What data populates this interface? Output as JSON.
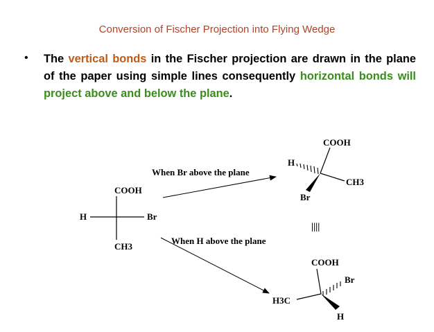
{
  "slide": {
    "title": "Conversion of Fischer Projection into Flying Wedge",
    "bullet": {
      "part1": "The ",
      "highlight1": "vertical bonds",
      "part2": " in the Fischer projection are drawn in the plane of the paper using simple lines consequently ",
      "highlight2": "horizontal bonds will project above and below the plane",
      "part3": "."
    }
  },
  "diagram": {
    "fischer": {
      "top": "COOH",
      "left": "H",
      "right": "Br",
      "bottom": "CH3"
    },
    "arrow_upper_label": "When Br above the plane",
    "arrow_lower_label": "When H above the plane",
    "wedge_top": {
      "top": "COOH",
      "hashed": "H",
      "plain": "CH3",
      "wedge": "Br"
    },
    "equivalence_symbol": "||||",
    "wedge_bottom": {
      "top": "COOH",
      "hashed": "Br",
      "plain": "H3C",
      "wedge": "H"
    }
  }
}
